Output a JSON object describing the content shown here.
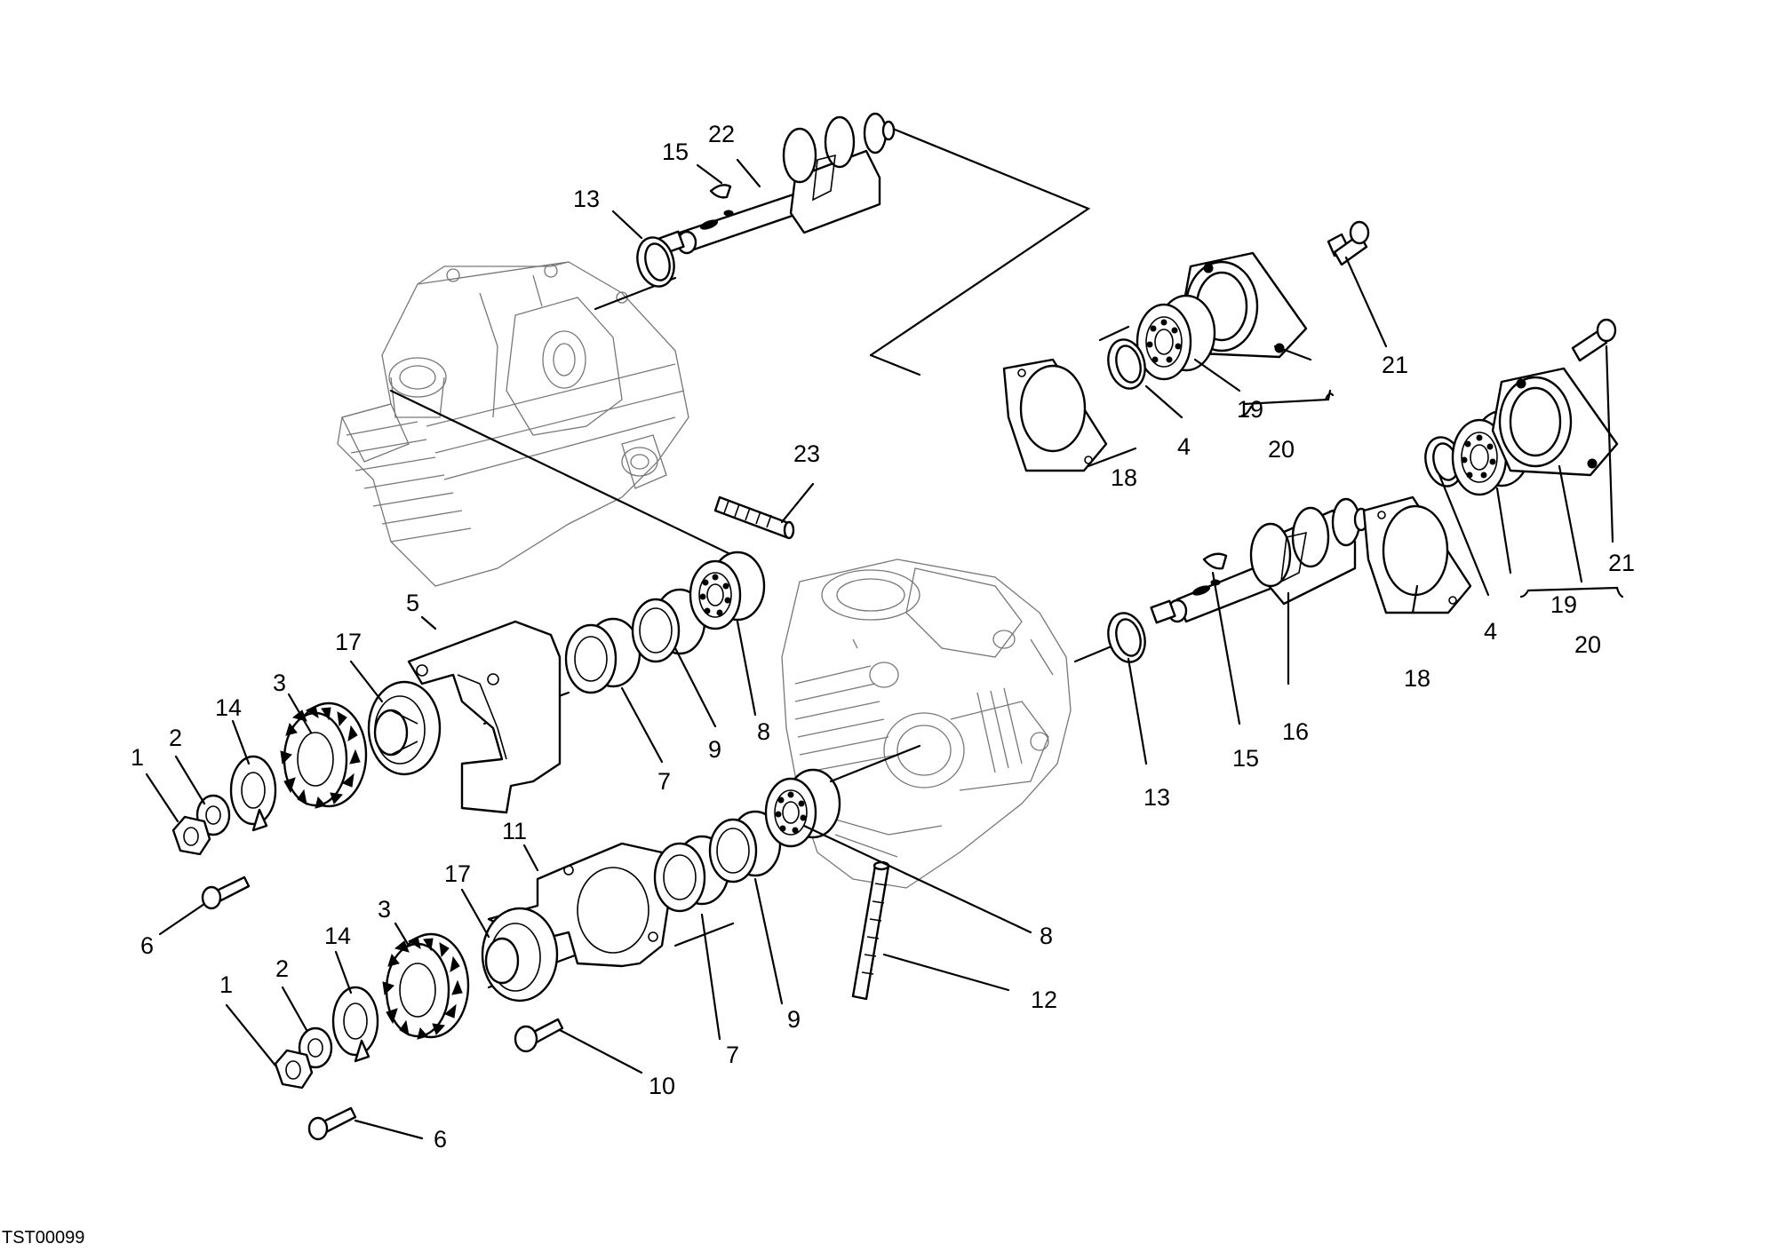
{
  "figure_code": "TST00099",
  "callouts": [
    {
      "id": "c22a",
      "text": "22"
    },
    {
      "id": "c15a",
      "text": "15"
    },
    {
      "id": "c13a",
      "text": "13"
    },
    {
      "id": "c21a",
      "text": "21"
    },
    {
      "id": "c19a",
      "text": "19"
    },
    {
      "id": "c4a",
      "text": "4"
    },
    {
      "id": "c20a",
      "text": "20"
    },
    {
      "id": "c18a",
      "text": "18"
    },
    {
      "id": "c21b",
      "text": "21"
    },
    {
      "id": "c23",
      "text": "23"
    },
    {
      "id": "c5",
      "text": "5"
    },
    {
      "id": "c17a",
      "text": "17"
    },
    {
      "id": "c3a",
      "text": "3"
    },
    {
      "id": "c14a",
      "text": "14"
    },
    {
      "id": "c2a",
      "text": "2"
    },
    {
      "id": "c1a",
      "text": "1"
    },
    {
      "id": "c6a",
      "text": "6"
    },
    {
      "id": "c7a",
      "text": "7"
    },
    {
      "id": "c9a",
      "text": "9"
    },
    {
      "id": "c8a",
      "text": "8"
    },
    {
      "id": "c11",
      "text": "11"
    },
    {
      "id": "c13b",
      "text": "13"
    },
    {
      "id": "c15b",
      "text": "15"
    },
    {
      "id": "c16",
      "text": "16"
    },
    {
      "id": "c18b",
      "text": "18"
    },
    {
      "id": "c4b",
      "text": "4"
    },
    {
      "id": "c19b",
      "text": "19"
    },
    {
      "id": "c20b",
      "text": "20"
    },
    {
      "id": "c8b",
      "text": "8"
    },
    {
      "id": "c12",
      "text": "12"
    },
    {
      "id": "c17b",
      "text": "17"
    },
    {
      "id": "c3b",
      "text": "3"
    },
    {
      "id": "c14b",
      "text": "14"
    },
    {
      "id": "c2b",
      "text": "2"
    },
    {
      "id": "c1b",
      "text": "1"
    },
    {
      "id": "c10",
      "text": "10"
    },
    {
      "id": "c7b",
      "text": "7"
    },
    {
      "id": "c9b",
      "text": "9"
    },
    {
      "id": "c6b",
      "text": "6"
    }
  ]
}
